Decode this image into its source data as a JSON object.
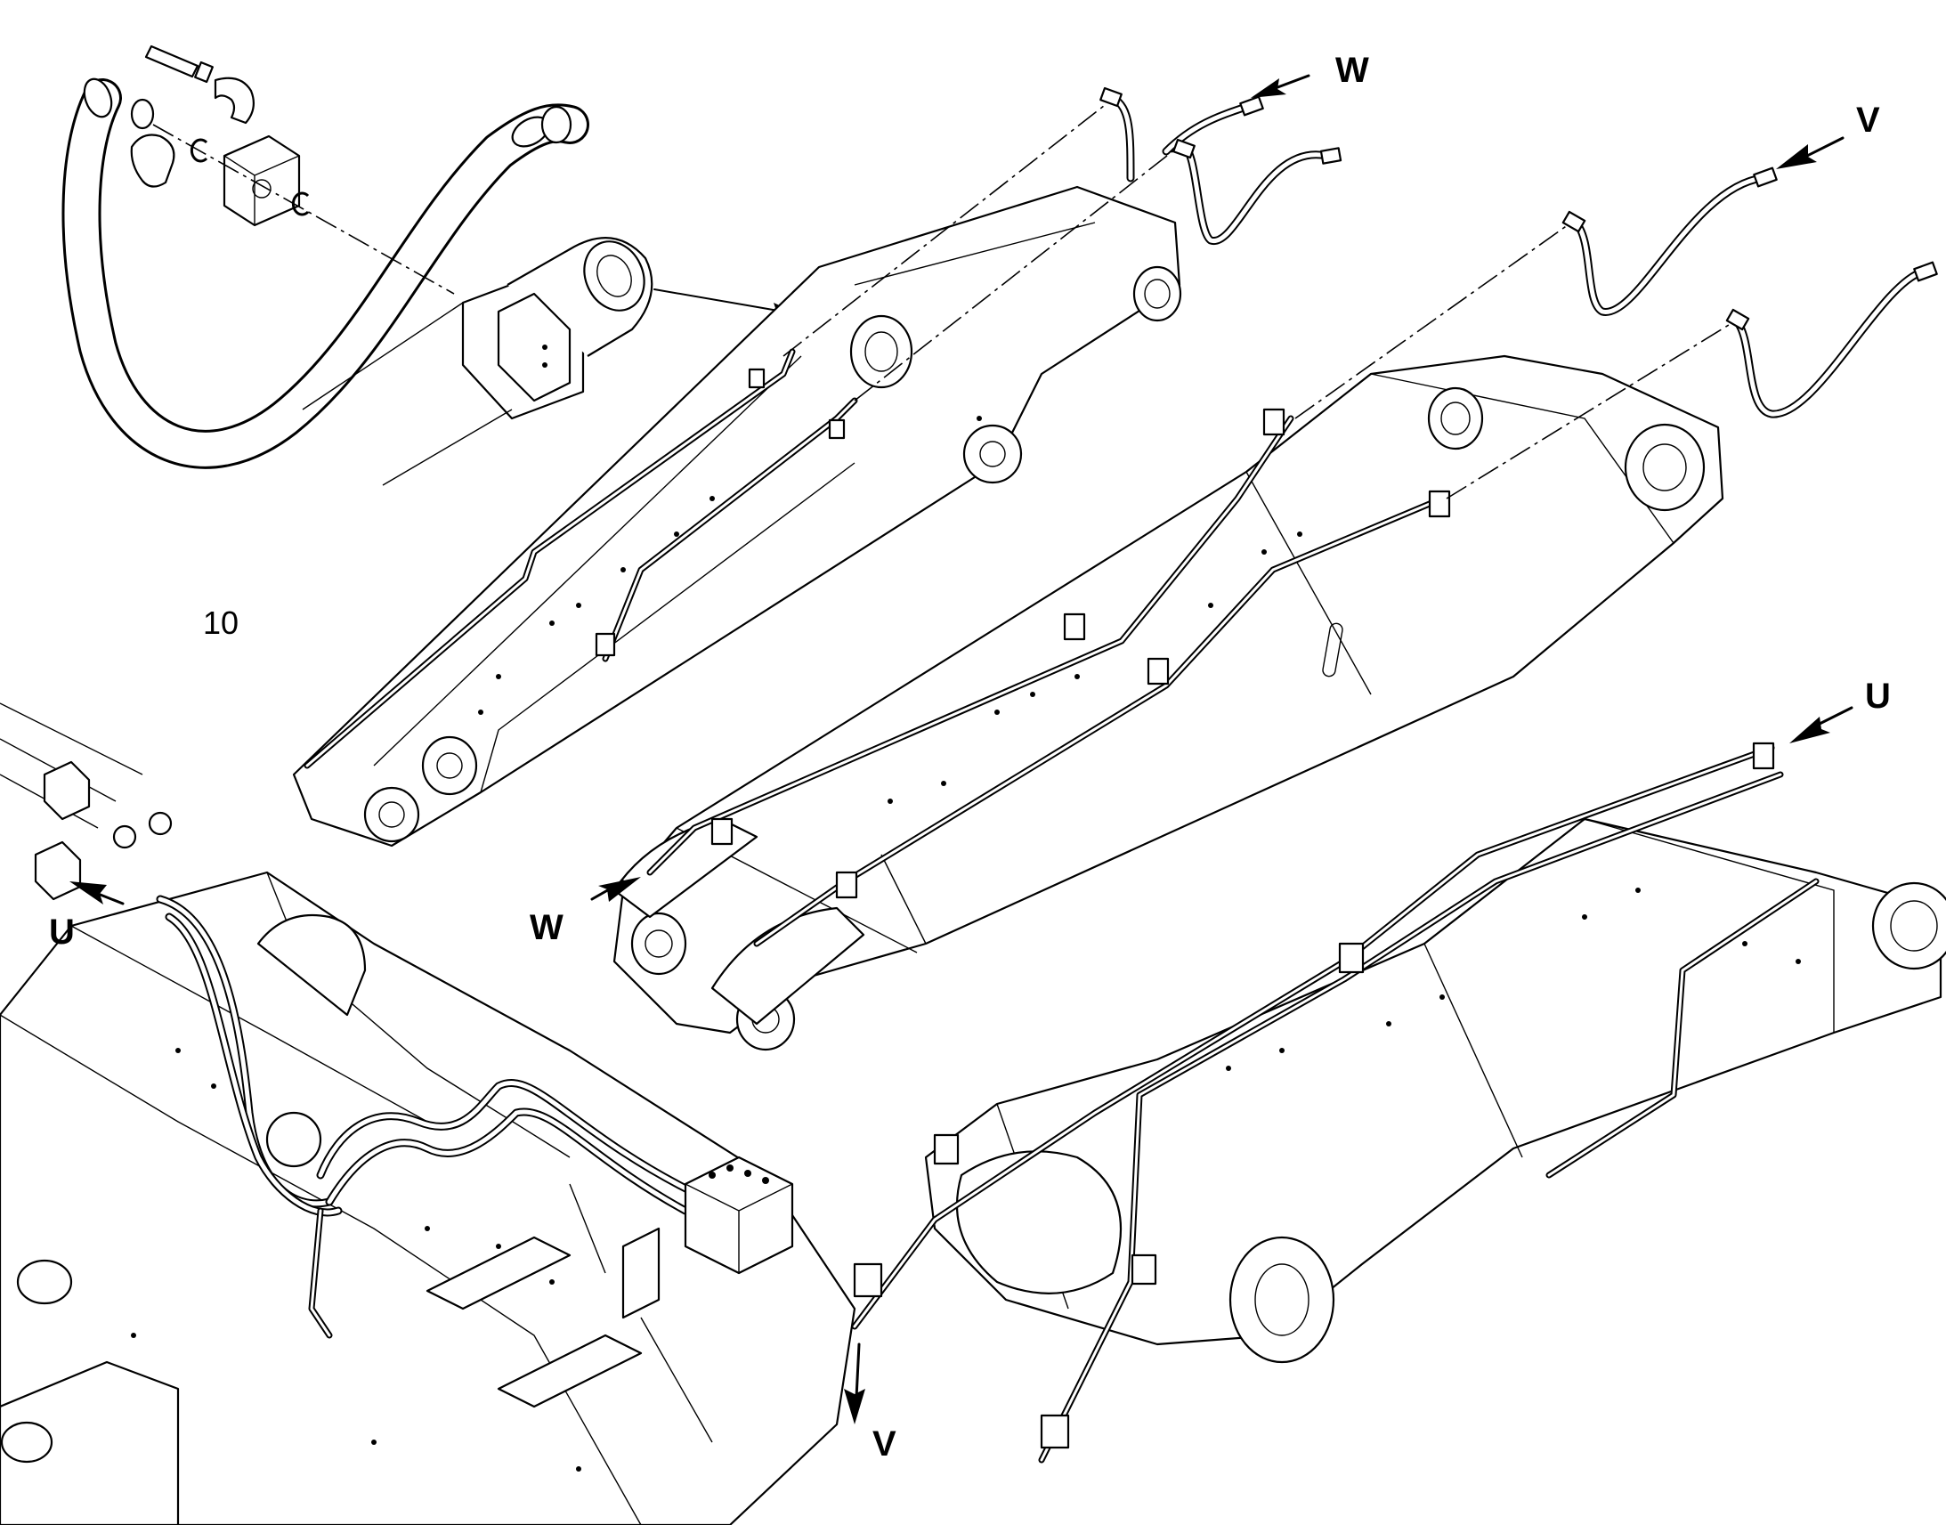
{
  "diagram": {
    "item_number": "10",
    "view_labels": {
      "w_top": "W",
      "w_bottom": "W",
      "v_top": "V",
      "v_bottom": "V",
      "u_right": "U",
      "u_left": "U"
    }
  }
}
